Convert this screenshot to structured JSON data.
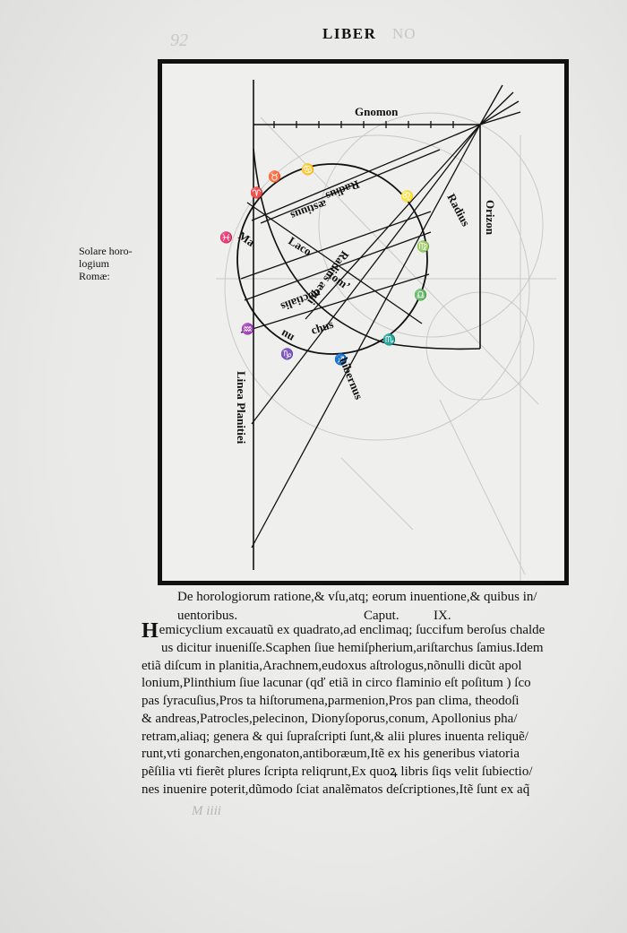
{
  "running_head": "LIBER",
  "folio_ghost": "92",
  "head_ghost": "NO",
  "margin_note": [
    "Solare horo-",
    "logium",
    "Romæ:"
  ],
  "figure": {
    "labels": {
      "gnomon": "Gnomon",
      "orizon": "Orizon",
      "radius_1": "Radius",
      "radius_2": "Radius",
      "radius_aequi": "Radius æqui",
      "aestiuus": "æstiuus",
      "ma": "Ma",
      "laco": "Laco",
      "tom": "tomʼ",
      "noctialis": "noctialis",
      "nu": "nu",
      "chus": "chus",
      "hibernus": "hibernus",
      "linea_planitiei": "Linea Planitiei"
    },
    "zodiac_signs": [
      "♋",
      "♌",
      "♍",
      "♎",
      "♏",
      "♐",
      "♑",
      "♒",
      "♓",
      "♈",
      "♉"
    ]
  },
  "caption": {
    "line1": "De horologiorum ratione,& vſu,atq; eorum inuentione,& quibus in/",
    "line2_a": "uentoribus.",
    "line2_b": "Caput.",
    "line2_c": "IX."
  },
  "body": {
    "dropcap": "H",
    "lines": [
      "emicyclium excauatũ ex quadrato,ad enclimaq; ſuccifum beroſus chalde",
      "us dicitur inueniſſe.Scaphen ſiue hemiſpherium,ariſtarchus ſamius.Idem",
      "etiã diſcum in planitia,Arachnem,eudoxus aſtrologus,nõnulli dicũt apol",
      "lonium,Plinthium ſiue lacunar (qď etiã in circo flaminio eſt poſitum ) ſco",
      "pas ſyracuſius,Pros ta hiſtorumena,parmenion,Pros pan clima, theodoſi",
      "& andreas,Patrocles,pelecinon, Dionyſoporus,conum, Apollonius pha/",
      "retram,aliaq; genera & qui ſupraſcripti ſunt,& alii plures inuenta reliquẽ/",
      "runt,vti gonarchen,engonaton,antiboræum,Itẽ ex his generibus viatoria",
      "pẽſilia vti fierẽt plures ſcripta reliqrunt,Ex quoꝝ libris ſiqs velit ſubiectio/",
      "nes inuenire poterit,dũmodo ſciat analẽmatos deſcriptiones,Itẽ ſunt ex aq̃"
    ]
  },
  "catchword_ghost": "M iiii"
}
